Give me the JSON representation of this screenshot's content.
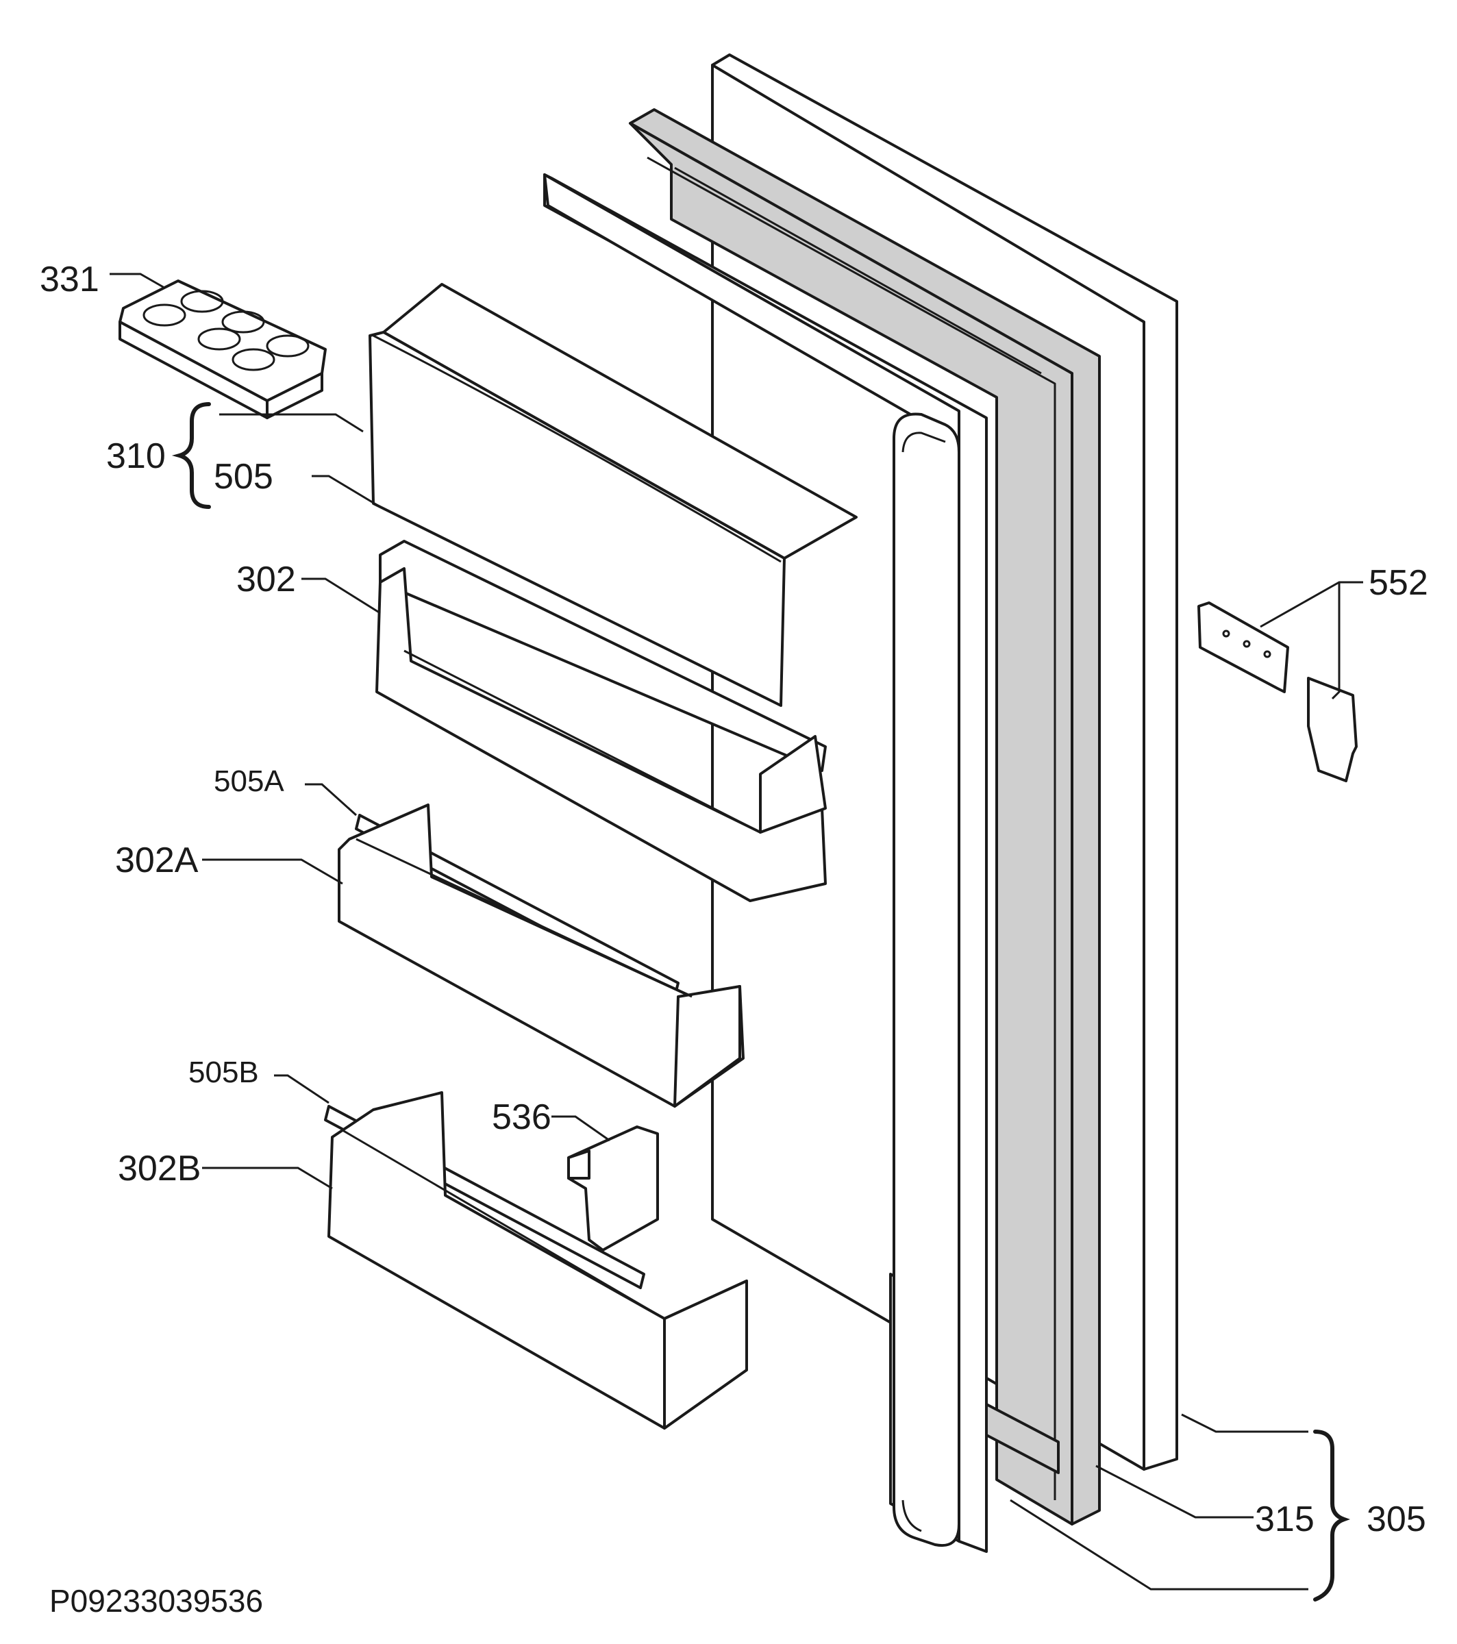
{
  "diagram": {
    "document_id": "P09233039536",
    "callouts": {
      "c331": "331",
      "c310": "310",
      "c505": "505",
      "c302": "302",
      "c505A": "505A",
      "c302A": "302A",
      "c505B": "505B",
      "c302B": "302B",
      "c536": "536",
      "c552": "552",
      "c315": "315",
      "c305": "305"
    }
  }
}
